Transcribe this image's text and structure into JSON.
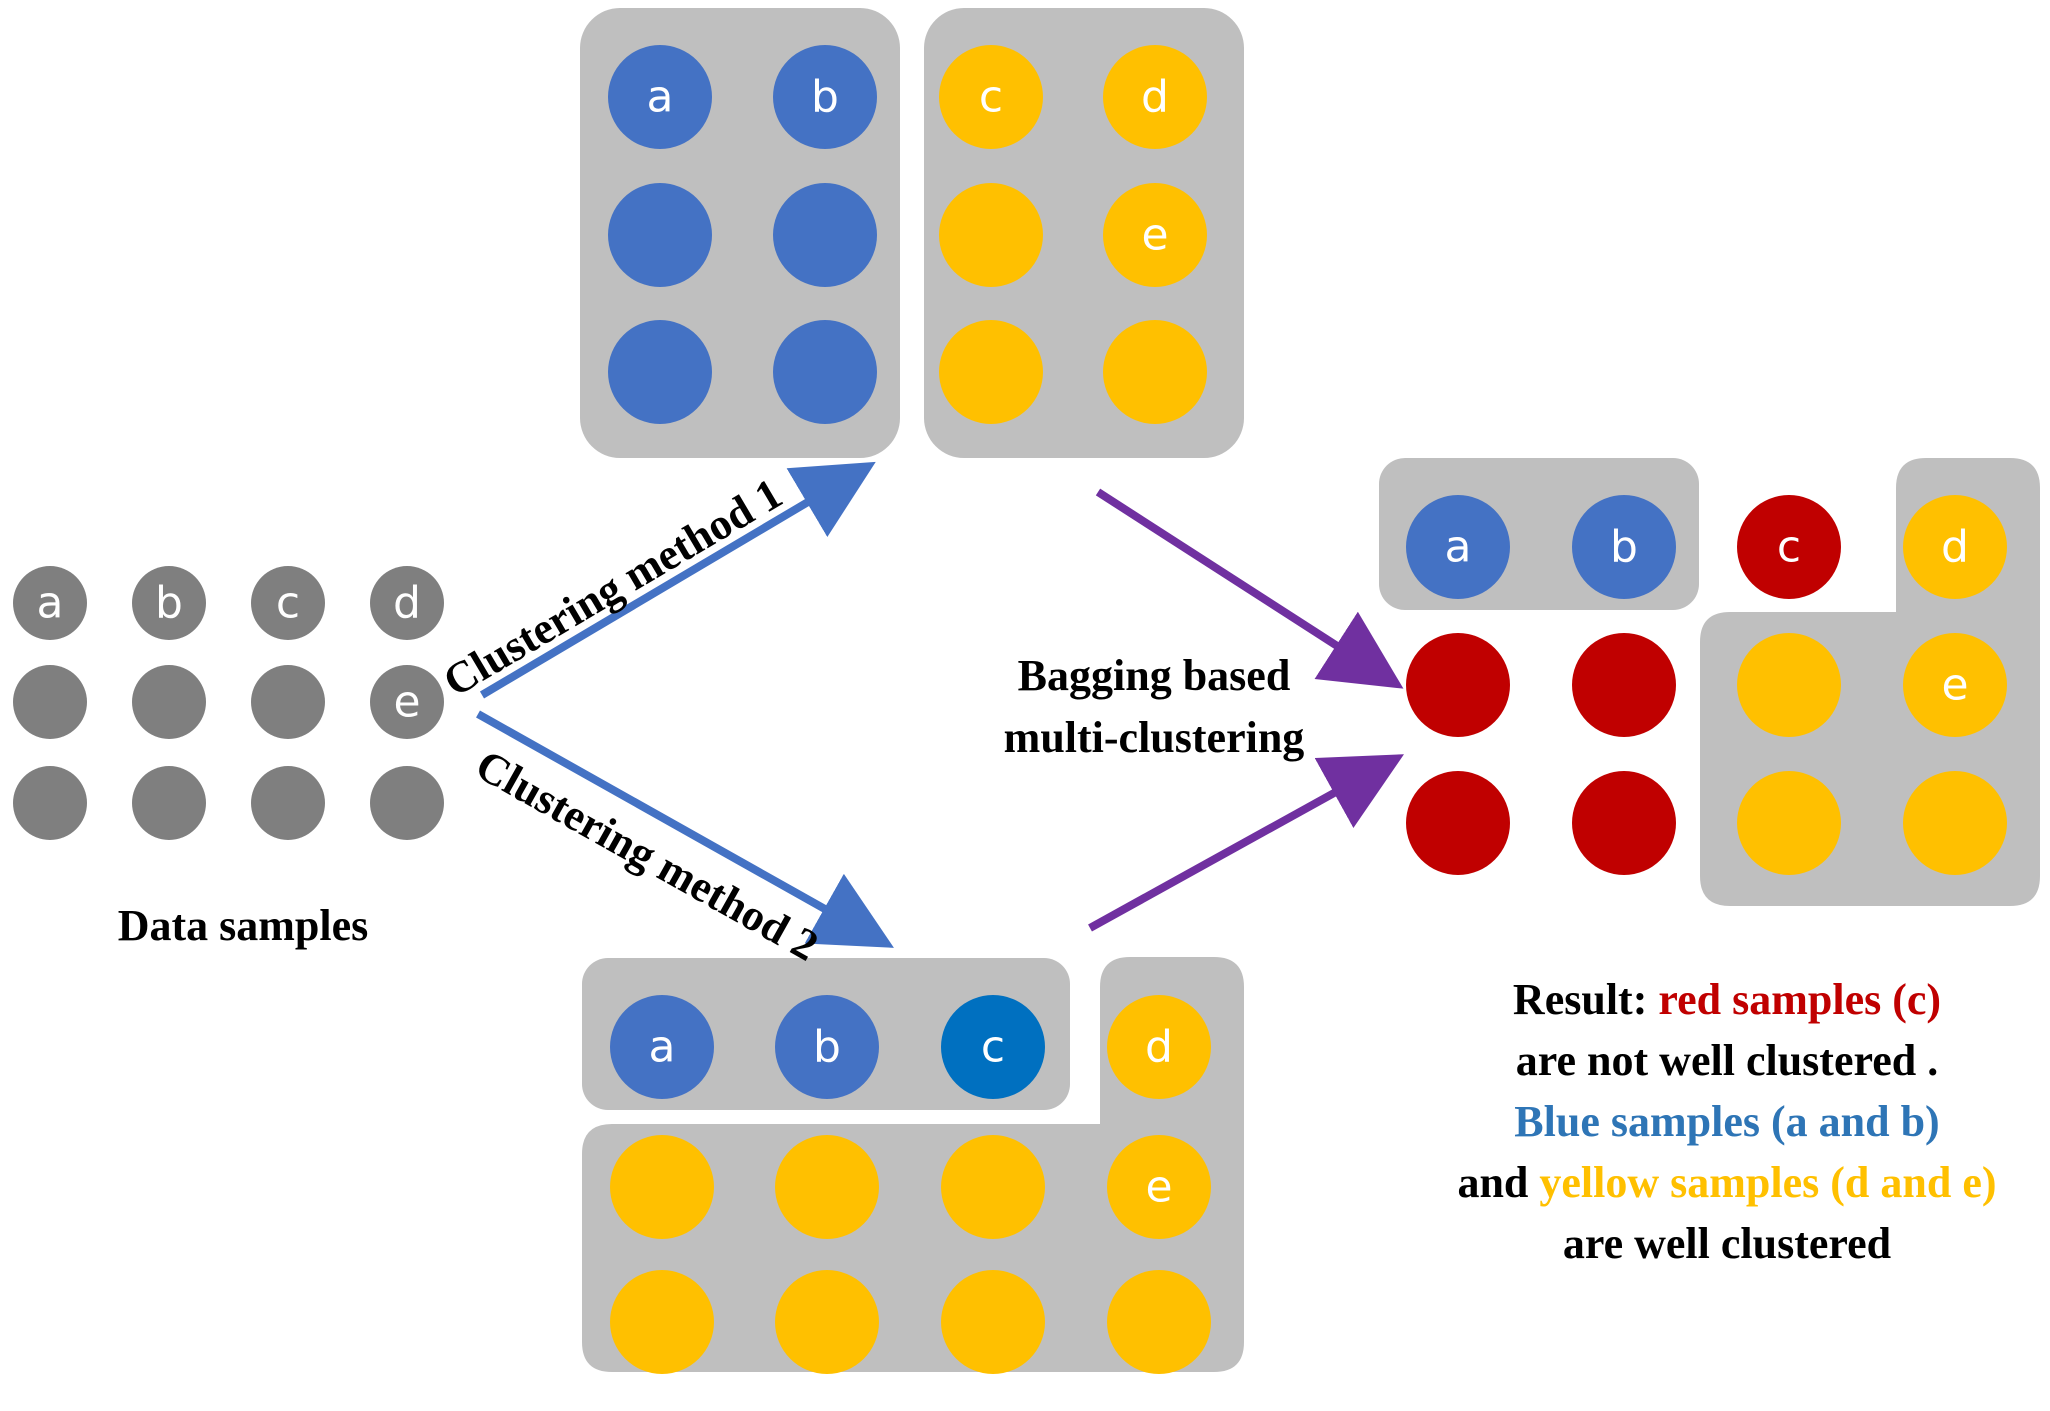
{
  "colors": {
    "gray_sample": "#7f7f7f",
    "blue": "#4472c4",
    "dark_blue": "#0070c0",
    "yellow": "#ffc000",
    "red": "#c00000",
    "box": "#bfbfbf",
    "arrow_blue": "#4472c4",
    "arrow_purple": "#7030a0",
    "result_red": "#c00000",
    "result_blue": "#2e75b6",
    "result_yellow": "#ffc000"
  },
  "data_samples": {
    "caption": "Data samples",
    "grid": [
      [
        "a",
        "b",
        "c",
        "d"
      ],
      [
        "",
        "",
        "",
        "e"
      ],
      [
        "",
        "",
        "",
        ""
      ]
    ]
  },
  "method1": {
    "label": "Clustering method 1",
    "blue_grid": [
      [
        "a",
        "b"
      ],
      [
        "",
        ""
      ],
      [
        "",
        ""
      ]
    ],
    "yellow_grid": [
      [
        "c",
        "d"
      ],
      [
        "",
        "e"
      ],
      [
        "",
        ""
      ]
    ]
  },
  "method2": {
    "label": "Clustering method 2",
    "top_row": [
      {
        "text": "a",
        "color": "blue"
      },
      {
        "text": "b",
        "color": "blue"
      },
      {
        "text": "c",
        "color": "dark_blue"
      },
      {
        "text": "d",
        "color": "yellow"
      }
    ],
    "yellow_grid": [
      [
        "",
        "",
        "",
        "e"
      ],
      [
        "",
        "",
        "",
        ""
      ]
    ]
  },
  "bagging": {
    "label_line1": "Bagging based",
    "label_line2": "multi-clustering"
  },
  "result_clusters": {
    "top_row": [
      {
        "text": "a",
        "color": "blue"
      },
      {
        "text": "b",
        "color": "blue"
      },
      {
        "text": "c",
        "color": "red"
      },
      {
        "text": "d",
        "color": "yellow"
      }
    ],
    "grid": [
      [
        {
          "text": "",
          "color": "red"
        },
        {
          "text": "",
          "color": "red"
        },
        {
          "text": "",
          "color": "yellow"
        },
        {
          "text": "e",
          "color": "yellow"
        }
      ],
      [
        {
          "text": "",
          "color": "red"
        },
        {
          "text": "",
          "color": "red"
        },
        {
          "text": "",
          "color": "yellow"
        },
        {
          "text": "",
          "color": "yellow"
        }
      ]
    ]
  },
  "result_text": {
    "line1_prefix": "Result: ",
    "line1_highlight": "red samples (c)",
    "line2": "are not well clustered .",
    "line3": "Blue samples (a and b)",
    "line4_prefix": "and ",
    "line4_highlight": "yellow samples (d and e)",
    "line5": "are well clustered"
  }
}
